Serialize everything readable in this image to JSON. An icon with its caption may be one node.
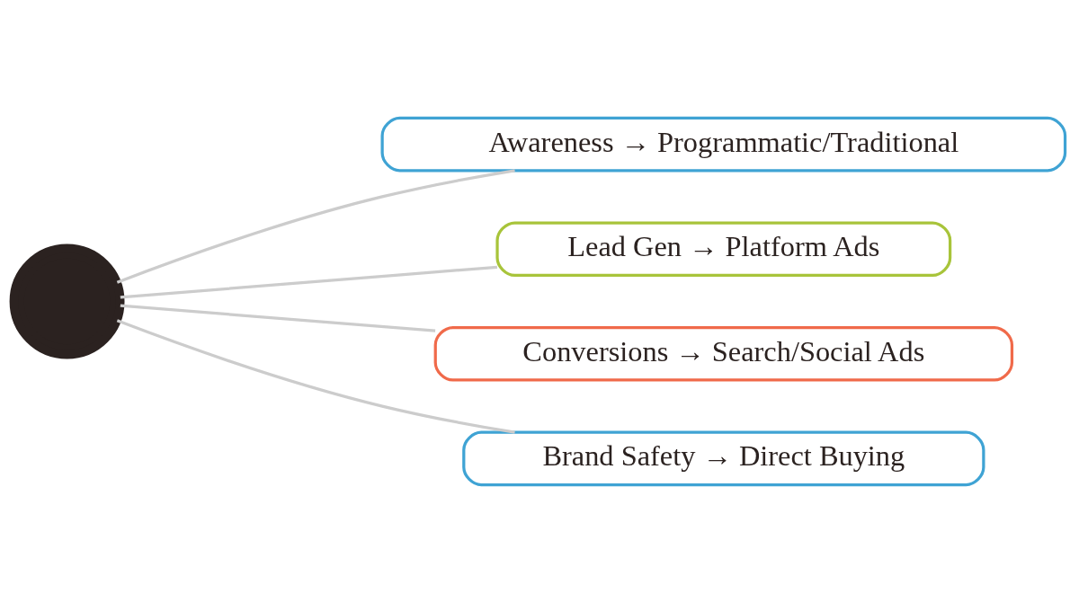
{
  "diagram": {
    "nodes": [
      {
        "text": [],
        "shape": "circle"
      },
      {
        "text": [
          "Awareness → Programmatic/Traditional"
        ]
      },
      {
        "text": [
          "Lead Gen → Platform Ads"
        ]
      },
      {
        "text": [
          "Conversions → Search/Social Ads"
        ]
      },
      {
        "text": [
          "Brand Safety → Direct Buying"
        ]
      }
    ],
    "edges": [
      {
        "from": 0,
        "to": 1,
        "arrow": "none"
      },
      {
        "from": 0,
        "to": 2,
        "arrow": "none"
      },
      {
        "from": 0,
        "to": 3,
        "arrow": "none"
      },
      {
        "from": 0,
        "to": 4,
        "arrow": "none"
      }
    ]
  }
}
